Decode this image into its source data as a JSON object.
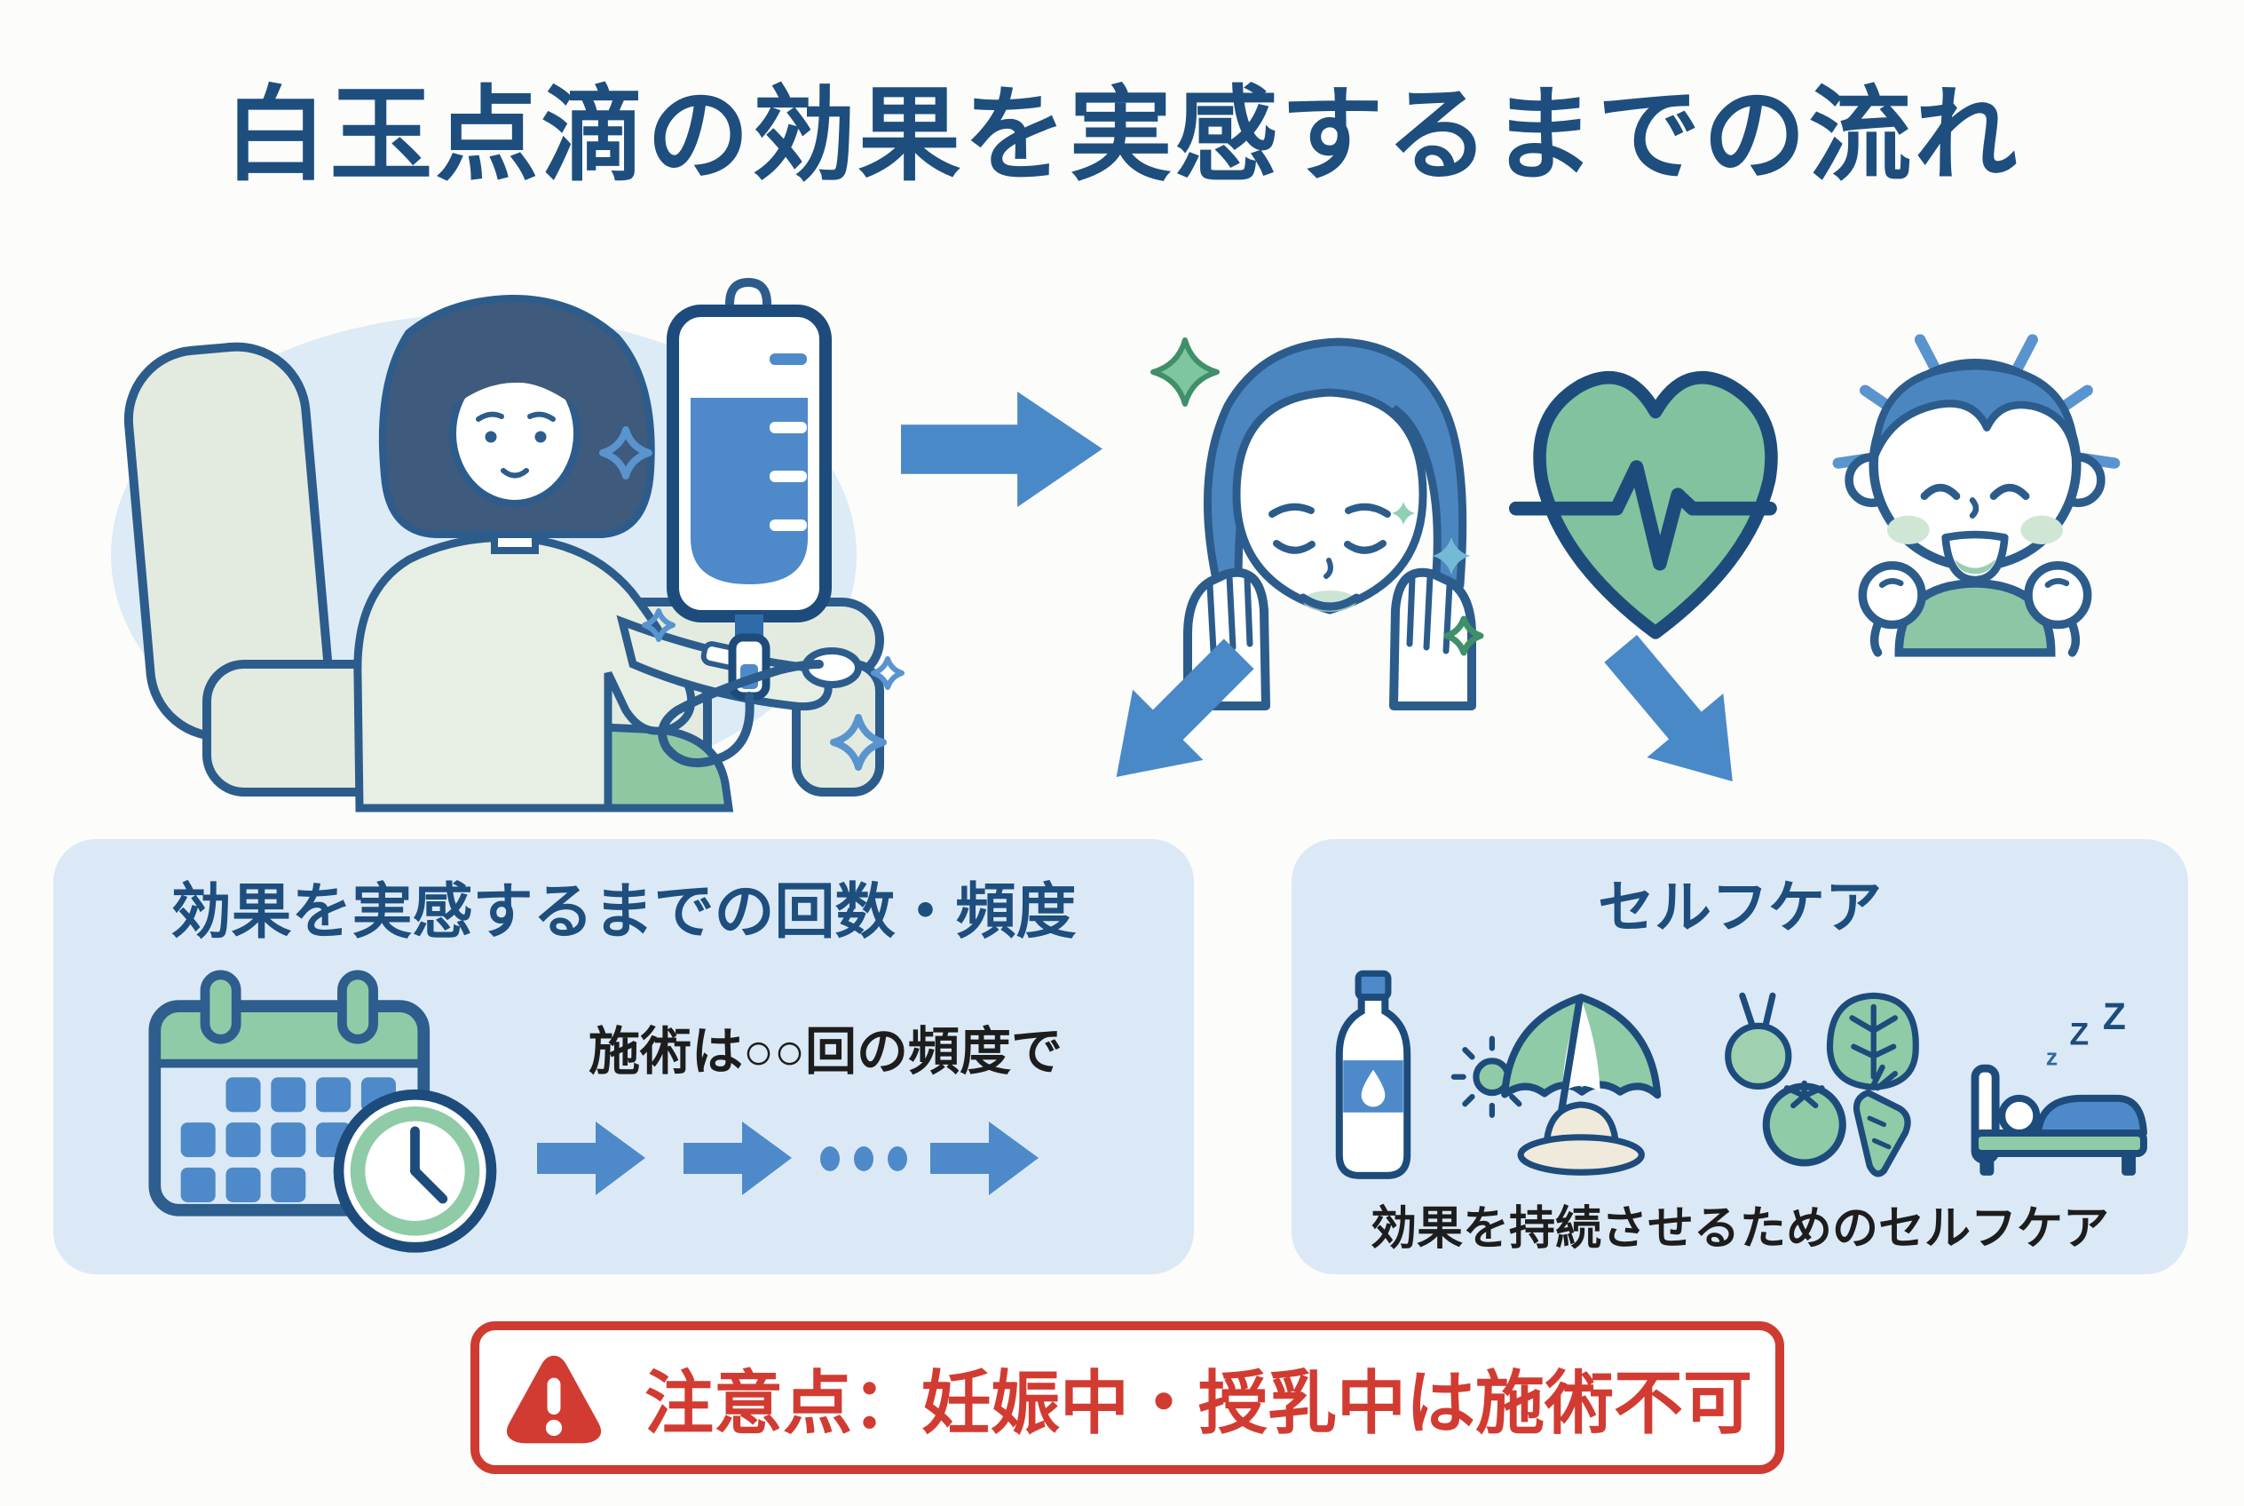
{
  "page": {
    "title": "白玉点滴の効果を実感するまでの流れ",
    "background": "#fcfcfa"
  },
  "colors": {
    "title_navy": "#1d4e7e",
    "outline_navy": "#2c5c8c",
    "deep_navy": "#1d4c7c",
    "arrow_blue": "#4a89c8",
    "box_background": "#dbe9f6",
    "green_fill": "#8fcba6",
    "light_green": "#e3ebe0",
    "warning_red": "#d23b31",
    "text_black": "#1d1d1d"
  },
  "flow": {
    "step1": "iv-drip-treatment-illustration",
    "effects": [
      "glowing-skin-face-icon",
      "heart-ecg-icon",
      "happy-person-icon"
    ]
  },
  "left_box": {
    "title": "効果を実感するまでの回数・頻度",
    "note": "施術は○○回の頻度で",
    "icon": "calendar-clock-icon"
  },
  "right_box": {
    "title": "セルフケア",
    "note": "効果を持続させるためのセルフケア",
    "icons": [
      "water-bottle-icon",
      "sun-umbrella-hat-icon",
      "vegetables-icon",
      "sleep-bed-icon"
    ],
    "sleep_zzz": [
      "z",
      "Z",
      "Z"
    ]
  },
  "warning": {
    "text": "注意点：妊娠中・授乳中は施術不可",
    "icon": "warning-triangle-icon"
  }
}
